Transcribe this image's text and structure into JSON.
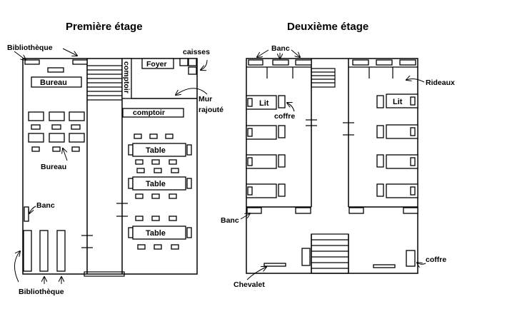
{
  "floor1": {
    "title": "Première étage",
    "labels": {
      "bibliotheque_top": "Bibliothèque",
      "bureau_room": "Bureau",
      "bureau_desks": "Bureau",
      "banc": "Banc",
      "bibliotheque_bottom": "Bibliothèque",
      "comptoir_vertical": "comptoir",
      "foyer": "Foyer",
      "caisses": "caisses",
      "mur_line1": "Mur",
      "mur_line2": "rajouté",
      "comptoir_horizontal": "comptoir",
      "tables": [
        "Table",
        "Table",
        "Table"
      ]
    }
  },
  "floor2": {
    "title": "Deuxième étage",
    "labels": {
      "banc_top": "Banc",
      "rideaux": "Rideaux",
      "lit_left": "Lit",
      "lit_right": "Lit",
      "coffre_left": "coffre",
      "banc_left": "Banc",
      "coffre_right": "coffre",
      "chevalet": "Chevalet"
    }
  }
}
